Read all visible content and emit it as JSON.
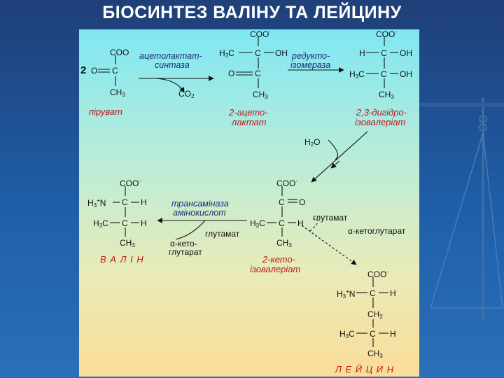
{
  "title": "БІОСИНТЕЗ ВАЛІНУ ТА ЛЕЙЦИНУ",
  "compounds": {
    "pyruvate": "піруват",
    "acetolactate": [
      "2-ацето-",
      "лактат"
    ],
    "dihydroxy": [
      "2,3-дигідро-",
      "ізовалеріат"
    ],
    "ketoiso": [
      "2-кето-",
      "ізовалеріат"
    ],
    "valine": "В А Л І Н",
    "leucine": "Л Е Й Ц И Н"
  },
  "enzymes": {
    "synthase": [
      "ацетолактат-",
      "синтаза"
    ],
    "reductoisomerase": [
      "редукто-",
      "ізомераза"
    ],
    "transaminase": [
      "трансаміназа",
      "амінокислот"
    ]
  },
  "cofactors": {
    "co2": "CO",
    "h2o": "H",
    "glutamate_valine": "глутамат",
    "ketoglutarate_valine": [
      "α-кето-",
      "глутарат"
    ],
    "glutamate_leucine": "глутамат",
    "ketoglutarate_leucine": "α-кетоглутарат"
  },
  "stoich": "2",
  "atoms": {
    "coo": "COO",
    "coo_minus": "COO",
    "c": "C",
    "o": "O",
    "oh": "OH",
    "h": "H",
    "n": "N",
    "ch3": "CH",
    "h3c": "H",
    "ch2": "CH"
  }
}
